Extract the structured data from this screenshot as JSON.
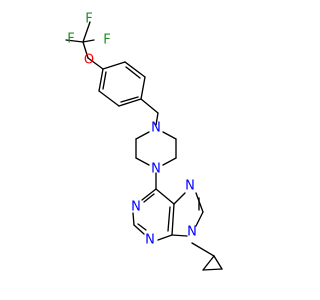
{
  "molecule": {
    "atoms": {
      "F1": {
        "text": "F",
        "element": "F"
      },
      "F2": {
        "text": "F",
        "element": "F"
      },
      "F3": {
        "text": "F",
        "element": "F"
      },
      "O1": {
        "text": "O",
        "element": "O"
      },
      "N_pip1": {
        "text": "N",
        "element": "N"
      },
      "N_pip4": {
        "text": "N",
        "element": "N"
      },
      "N1": {
        "text": "N",
        "element": "N"
      },
      "N3": {
        "text": "N",
        "element": "N"
      },
      "N7": {
        "text": "N",
        "element": "N"
      },
      "N9": {
        "text": "N",
        "element": "N"
      }
    }
  },
  "colors": {
    "bond": "#000000",
    "nitrogen": "#0000ff",
    "oxygen": "#ff0000",
    "fluorine": "#1f8f1f",
    "background": "#ffffff"
  }
}
